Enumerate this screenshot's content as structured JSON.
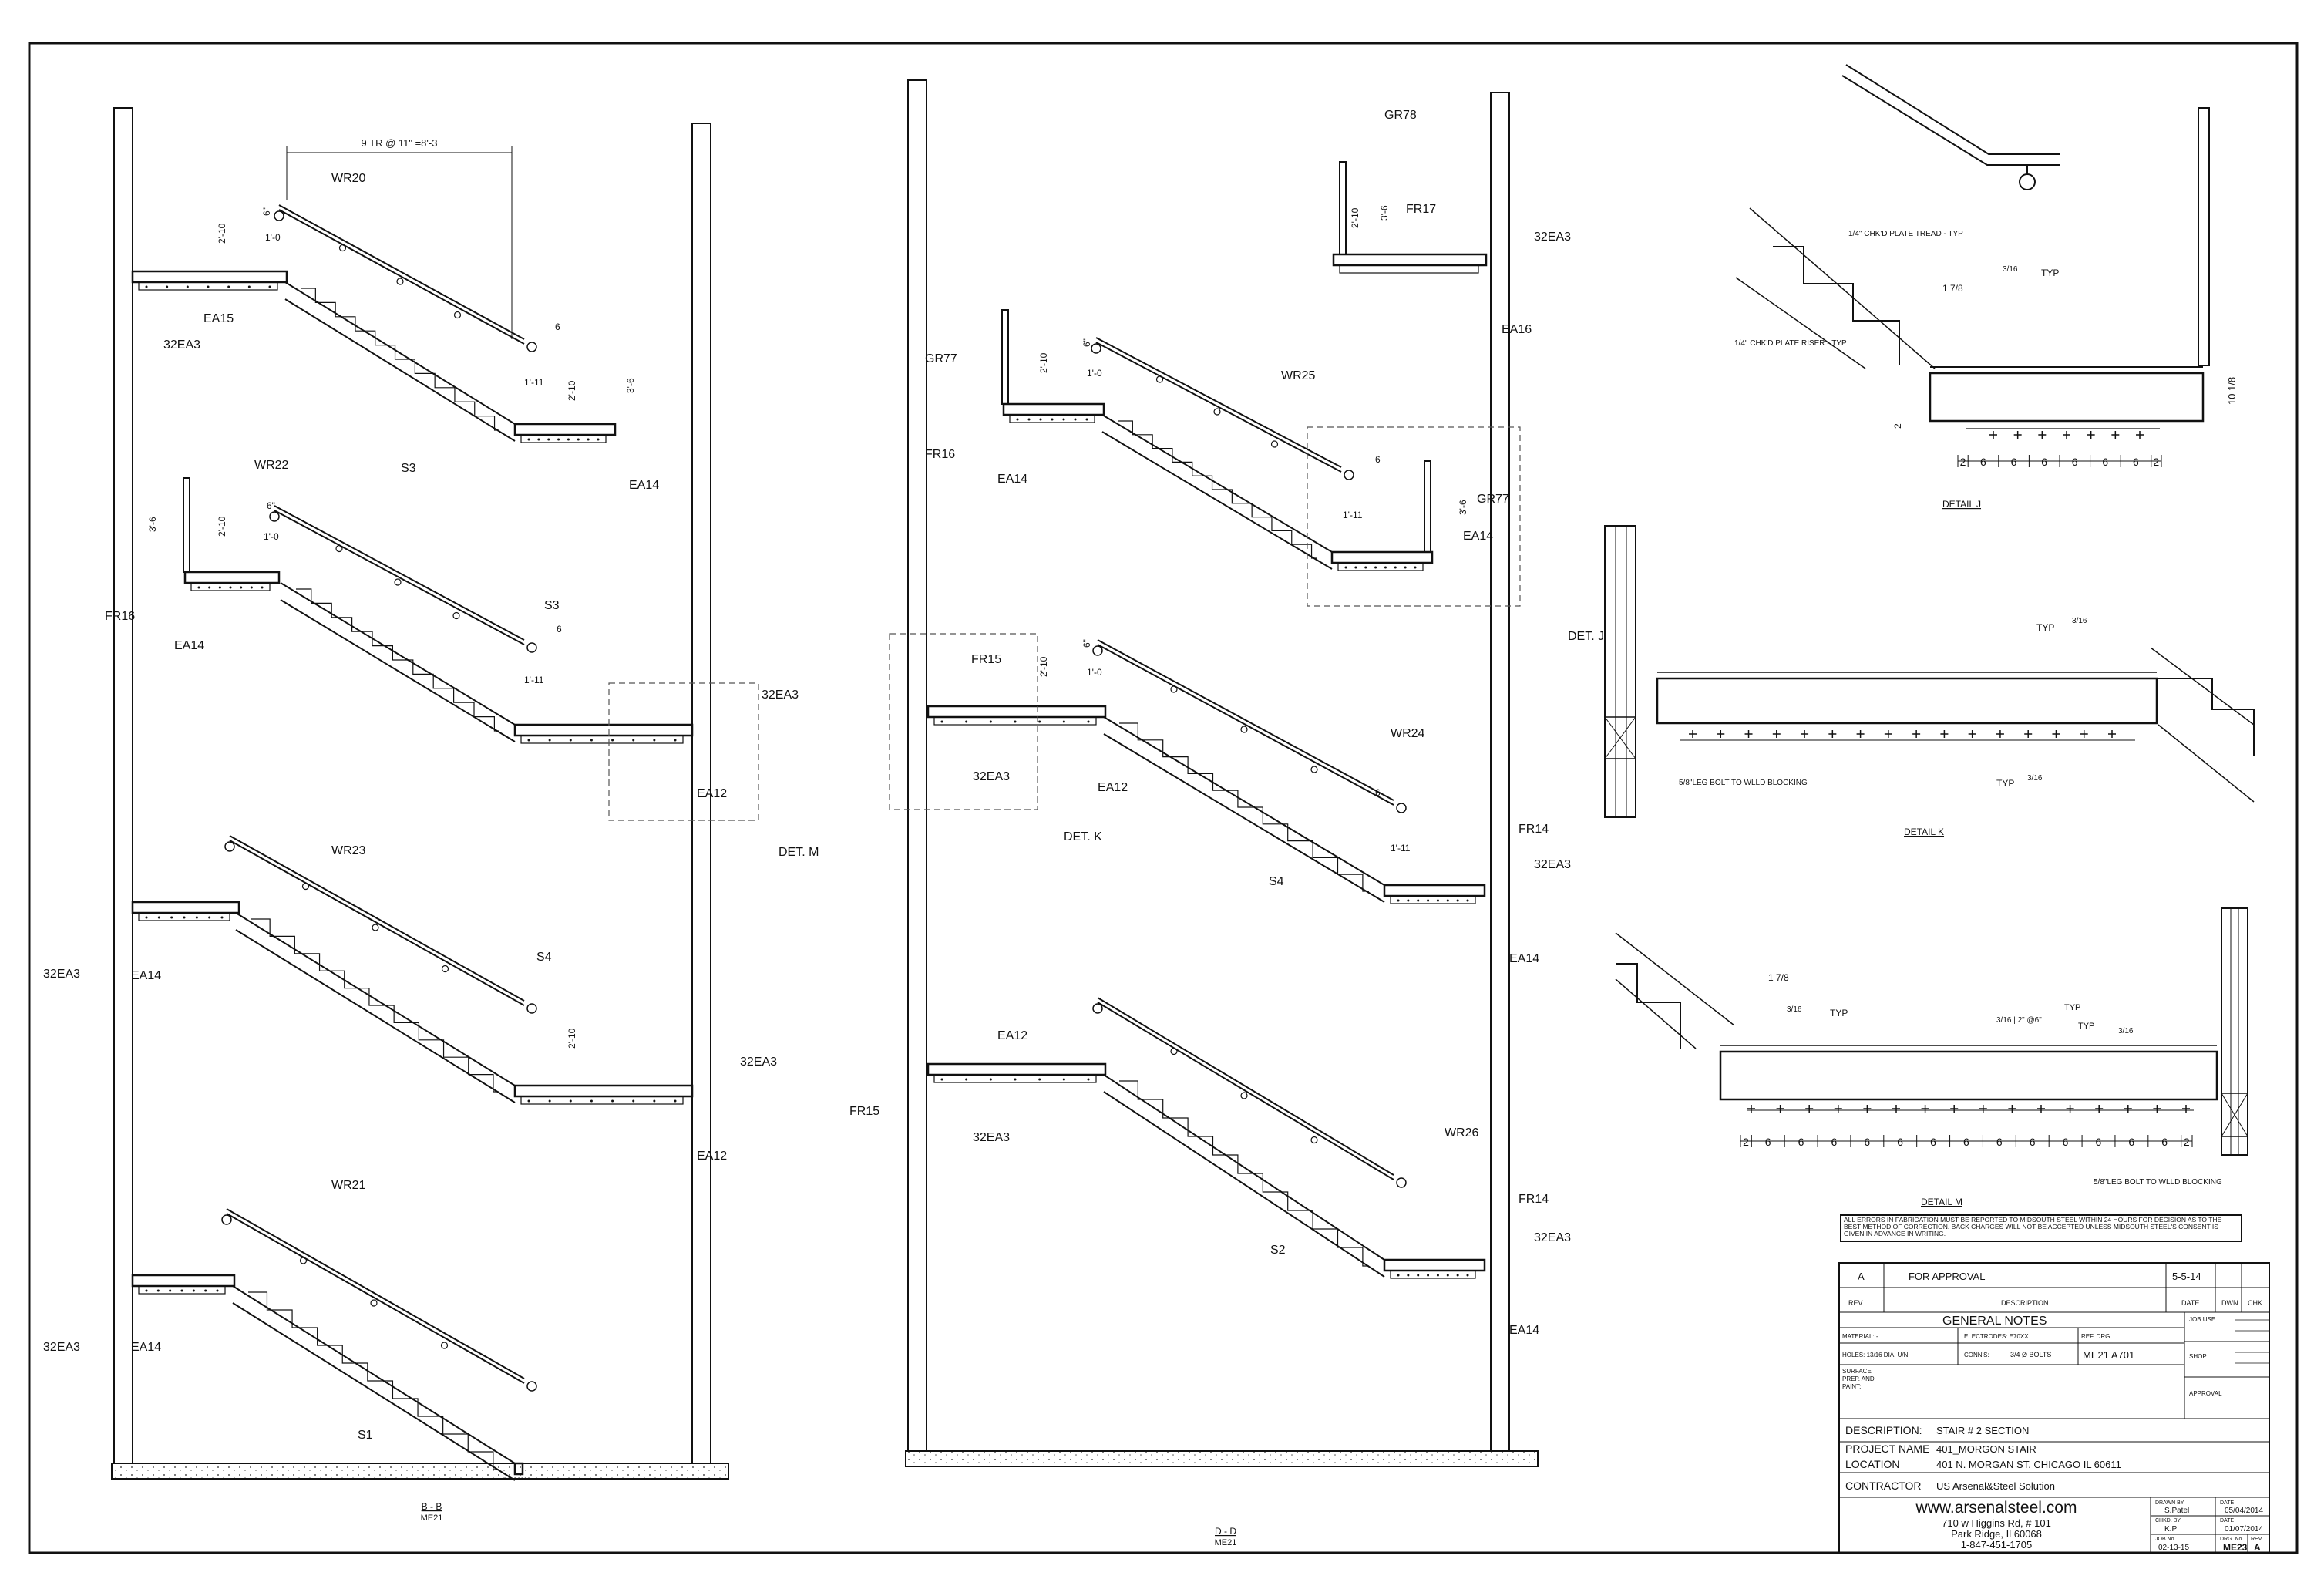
{
  "section_bb": {
    "title": "B - B",
    "ref": "ME21",
    "dim_tread": "9 TR @ 11\" =8'-3",
    "labels": [
      "WR20",
      "EA15",
      "32EA3",
      "S3",
      "EA14",
      "WR22",
      "FR16",
      "EA14",
      "S3",
      "32EA3",
      "EA12",
      "DET. M",
      "WR23",
      "32EA3",
      "EA14",
      "S4",
      "32EA3",
      "EA12",
      "WR21",
      "32EA3",
      "EA14",
      "S1"
    ],
    "dims": [
      "2'-10",
      "6\"",
      "1'-0",
      "6",
      "1'-11",
      "2'-10",
      "3'-6",
      "3'-6",
      "2'-10",
      "6\"",
      "1'-0",
      "6",
      "1'-11",
      "2'-10"
    ]
  },
  "section_dd": {
    "title": "D - D",
    "ref": "ME21",
    "labels": [
      "GR78",
      "FR17",
      "32EA3",
      "EA16",
      "GR77",
      "FR16",
      "EA14",
      "WR25",
      "GR77",
      "EA14",
      "DET. J",
      "FR15",
      "32EA3",
      "EA12",
      "DET. K",
      "WR24",
      "FR14",
      "32EA3",
      "S4",
      "EA14",
      "EA12",
      "FR15",
      "32EA3",
      "WR26",
      "FR14",
      "32EA3",
      "S2",
      "EA14"
    ],
    "dims": [
      "2'-10",
      "3'-6",
      "2'-10",
      "6\"",
      "1'-0",
      "6",
      "1'-11",
      "3'-6",
      "2'-10",
      "6\"",
      "1'-0",
      "6",
      "1'-11"
    ]
  },
  "detail_j": {
    "title": "DETAIL J",
    "notes": [
      "1/4\" CHK'D PLATE TREAD - TYP",
      "1/4\" CHK'D PLATE RISER - TYP",
      "TYP"
    ],
    "weld": "3/16",
    "dim_top": "1 7/8",
    "dim_side": "10 1/8",
    "dim_left": "2",
    "spacing": [
      "2",
      "6",
      "6",
      "6",
      "6",
      "6",
      "6",
      "2"
    ]
  },
  "detail_k": {
    "title": "DETAIL K",
    "notes": [
      "TYP",
      "TYP",
      "5/8\"LEG BOLT TO WLLD BLOCKING"
    ],
    "weld": "3/16"
  },
  "detail_m": {
    "title": "DETAIL M",
    "notes": [
      "TYP",
      "TYP",
      "TYP",
      "5/8\"LEG BOLT TO WLLD BLOCKING"
    ],
    "dim_top": "1 7/8",
    "weld": "3/16",
    "weld_mid": "3/16 | 2\" @6\"",
    "spacing": [
      "2",
      "6",
      "6",
      "6",
      "6",
      "6",
      "6",
      "6",
      "6",
      "6",
      "6",
      "6",
      "6",
      "6",
      "2"
    ]
  },
  "title_block": {
    "disclaimer": "ALL ERRORS IN FABRICATION MUST BE REPORTED TO MIDSOUTH STEEL WITHIN 24 HOURS FOR DECISION AS TO THE BEST METHOD OF CORRECTION. BACK CHARGES WILL NOT BE ACCEPTED UNLESS MIDSOUTH STEEL'S CONSENT IS GIVEN IN ADVANCE IN WRITING.",
    "rev_row": {
      "rev": "A",
      "description": "FOR APPROVAL",
      "date": "5-5-14"
    },
    "rev_header": {
      "rev": "REV.",
      "description": "DESCRIPTION",
      "date": "DATE",
      "dwn": "DWN",
      "chk": "CHK"
    },
    "general_notes": "GENERAL NOTES",
    "job_use": "JOB USE",
    "material": "MATERIAL: -",
    "electrodes": "ELECTRODES: E70XX",
    "ref_drg_label": "REF. DRG.",
    "ref_drg": "ME21 A701",
    "holes": "HOLES: 13/16  DIA. U/N",
    "conns": "CONN'S:",
    "bolts": "3/4 Ø BOLTS",
    "shop": "SHOP",
    "surface": "SURFACE PREP. AND PAINT:",
    "approval": "APPROVAL",
    "description_label": "DESCRIPTION:",
    "description": "STAIR # 2  SECTION",
    "project_label": "PROJECT NAME",
    "project": "401_MORGON STAIR",
    "location_label": "LOCATION",
    "location": "401 N. MORGAN ST. CHICAGO IL 60611",
    "contractor_label": "CONTRACTOR",
    "contractor": "US Arsenal&Steel Solution",
    "website": "www.arsenalsteel.com",
    "address1": "710 w Higgins Rd, # 101",
    "address2": "Park Ridge, Il 60068",
    "phone": "1-847-451-1705",
    "drawn_by_label": "DRAWN BY",
    "drawn_by": "S.Patel",
    "date_label": "DATE",
    "date1": "05/04/2014",
    "chkd_label": "CHKD. BY",
    "chkd": "K.P",
    "date2": "01/07/2014",
    "job_label": "JOB No.",
    "job": "02-13-15",
    "drg_label": "DRG. No.",
    "drg": "ME23",
    "rev_label": "REV.",
    "rev": "A"
  }
}
